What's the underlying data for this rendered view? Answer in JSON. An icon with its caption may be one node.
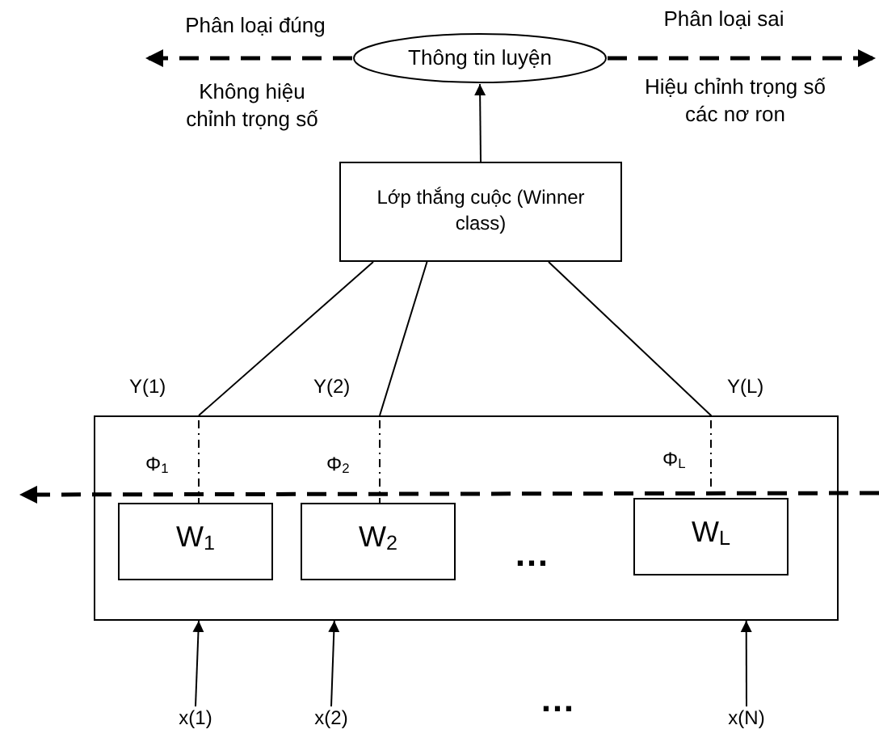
{
  "diagram": {
    "nodes": [
      {
        "text": [
          "Thông tin luyện"
        ]
      },
      {
        "text": [
          "Lớp thắng cuộc (Winner class)"
        ]
      },
      {
        "text": [],
        "shape": "box"
      },
      {
        "text": [
          "W$_{1}$"
        ],
        "in": 2
      },
      {
        "text": [
          "W$_{2}$"
        ],
        "in": 2
      },
      {
        "text": [
          "W$_{L}$"
        ],
        "in": 2
      },
      {
        "text": [
          "x(1)"
        ]
      },
      {
        "text": [
          "x(2)"
        ]
      },
      {
        "text": [
          "x(N)"
        ]
      }
    ],
    "edges": [
      {
        "from": 1,
        "to": 0,
        "arrow": "to"
      },
      {
        "from": 0,
        "to": null,
        "arrow": "to",
        "style": "dashed"
      },
      {
        "from": 0,
        "to": null,
        "arrow": "to",
        "style": "dashed"
      },
      {
        "from": 1,
        "to": 3,
        "arrow": "none",
        "style": "dashed"
      },
      {
        "from": 1,
        "to": 4,
        "arrow": "none",
        "style": "dashed"
      },
      {
        "from": 1,
        "to": 5,
        "arrow": "none",
        "style": "dashed"
      },
      {
        "from": 6,
        "to": 2,
        "arrow": "to"
      },
      {
        "from": 7,
        "to": 2,
        "arrow": "to"
      },
      {
        "from": 8,
        "to": 2,
        "arrow": "to"
      }
    ],
    "labels": [
      "Phân loại đúng",
      "Phân loại sai",
      "Không hiệu chỉnh trọng số",
      "Hiệu chỉnh trọng số các nơ ron",
      "Y(1)",
      "Y(2)",
      "Y(L)",
      "Φ$_{1}$",
      "Φ$_{2}$",
      "Φ$_{L}$",
      "…",
      "…"
    ]
  }
}
